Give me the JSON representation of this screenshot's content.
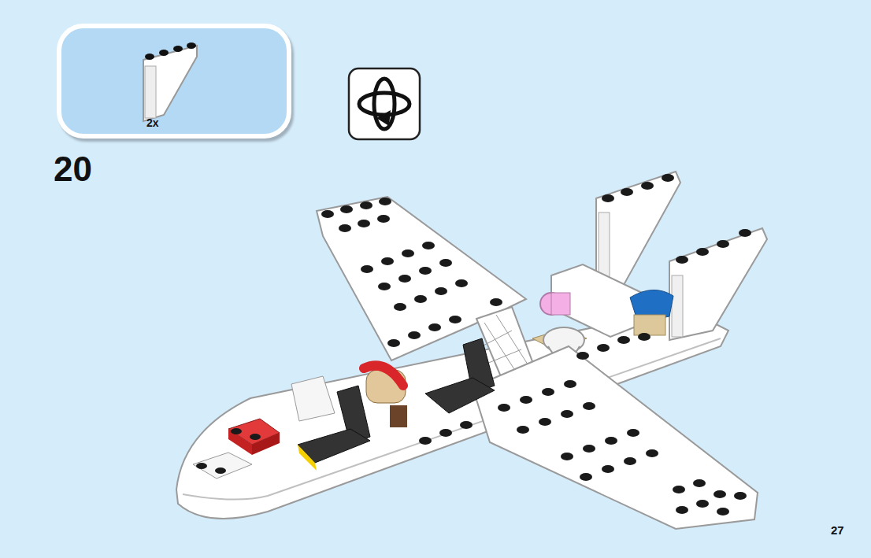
{
  "diagram": {
    "nodes": [
      {
        "text": [
          "2x"
        ]
      }
    ],
    "labels": [
      "20",
      "27"
    ]
  }
}
